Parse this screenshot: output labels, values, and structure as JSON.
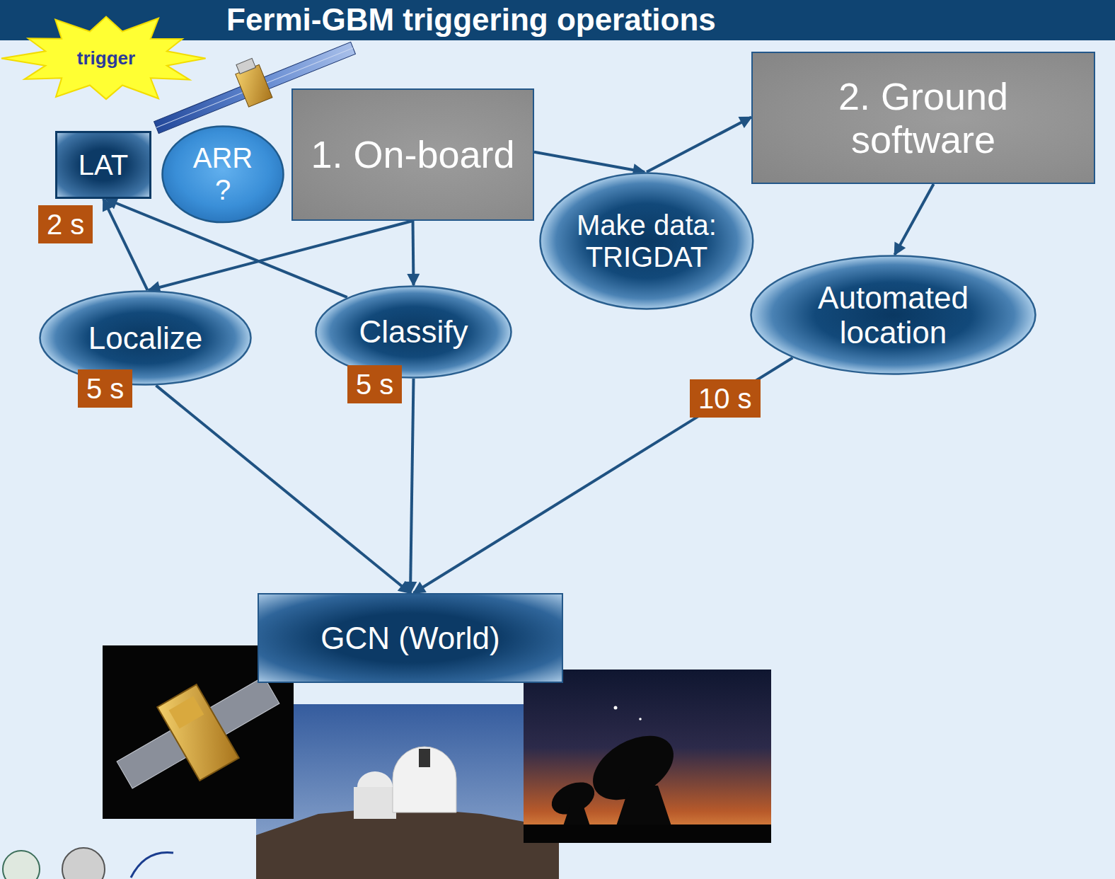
{
  "diagram": {
    "title": "Fermi-GBM triggering operations",
    "nodes": [
      {
        "text": [
          "trigger"
        ]
      },
      {
        "text": [
          "LAT"
        ]
      },
      {
        "text": [
          "ARR ?"
        ]
      },
      {
        "text": [
          "1. On-board"
        ]
      },
      {
        "text": [
          "2. Ground software"
        ]
      },
      {
        "text": [
          "Make data: TRIGDAT"
        ]
      },
      {
        "text": [
          "Localize"
        ]
      },
      {
        "text": [
          "Classify"
        ]
      },
      {
        "text": [
          "Automated location"
        ]
      },
      {
        "text": [
          "GCN (World)"
        ]
      }
    ],
    "edges": [
      {
        "from": 3,
        "to": 6,
        "arrow": "to"
      },
      {
        "from": 3,
        "to": 7,
        "arrow": "to"
      },
      {
        "from": 3,
        "to": 5,
        "arrow": "to"
      },
      {
        "from": 5,
        "to": 4,
        "arrow": "to"
      },
      {
        "from": 4,
        "to": 8,
        "arrow": "to"
      },
      {
        "from": 6,
        "to": 1,
        "arrow": "to"
      },
      {
        "from": 7,
        "to": 1,
        "arrow": "to"
      },
      {
        "from": 6,
        "to": 9,
        "arrow": "to"
      },
      {
        "from": 7,
        "to": 9,
        "arrow": "to"
      },
      {
        "from": 8,
        "to": 9,
        "arrow": "to"
      }
    ],
    "labels": [
      "2 s",
      "5 s",
      "5 s",
      "10 s"
    ]
  }
}
